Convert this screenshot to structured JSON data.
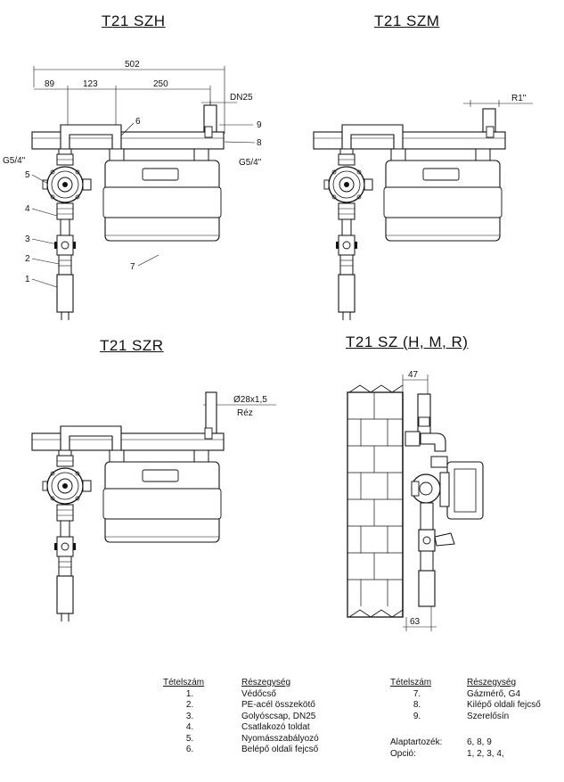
{
  "titles": {
    "szh": "T21 SZH",
    "szm": "T21 SZM",
    "szr": "T21 SZR",
    "sz": "T21 SZ (H, M, R)"
  },
  "dimensions": {
    "total": "502",
    "d89": "89",
    "d123": "123",
    "d250": "250",
    "dn25": "DN25",
    "r1": "R1\"",
    "g54_left": "G5/4\"",
    "g54_right": "G5/4\"",
    "pipe": "Ø28x1,5",
    "material": "Réz",
    "d47": "47",
    "d63": "63"
  },
  "callouts": [
    "1",
    "2",
    "3",
    "4",
    "5",
    "6",
    "7",
    "8",
    "9"
  ],
  "table": {
    "header_num": "Tételszám",
    "header_part": "Részegység",
    "left": [
      {
        "num": "1.",
        "part": "Védőcső"
      },
      {
        "num": "2.",
        "part": "PE-acél összekötő"
      },
      {
        "num": "3.",
        "part": "Golyóscsap, DN25"
      },
      {
        "num": "4.",
        "part": "Csatlakozó toldat"
      },
      {
        "num": "5.",
        "part": "Nyomásszabályozó"
      },
      {
        "num": "6.",
        "part": "Belépő oldali fejcső"
      }
    ],
    "right": [
      {
        "num": "7.",
        "part": "Gázmérő, G4"
      },
      {
        "num": "8.",
        "part": "Kilépő oldali fejcső"
      },
      {
        "num": "9.",
        "part": "Szerelősín"
      }
    ],
    "base_label": "Alaptartozék:",
    "base_value": "6, 8, 9",
    "option_label": "Opció:",
    "option_value": "1, 2, 3, 4,"
  }
}
